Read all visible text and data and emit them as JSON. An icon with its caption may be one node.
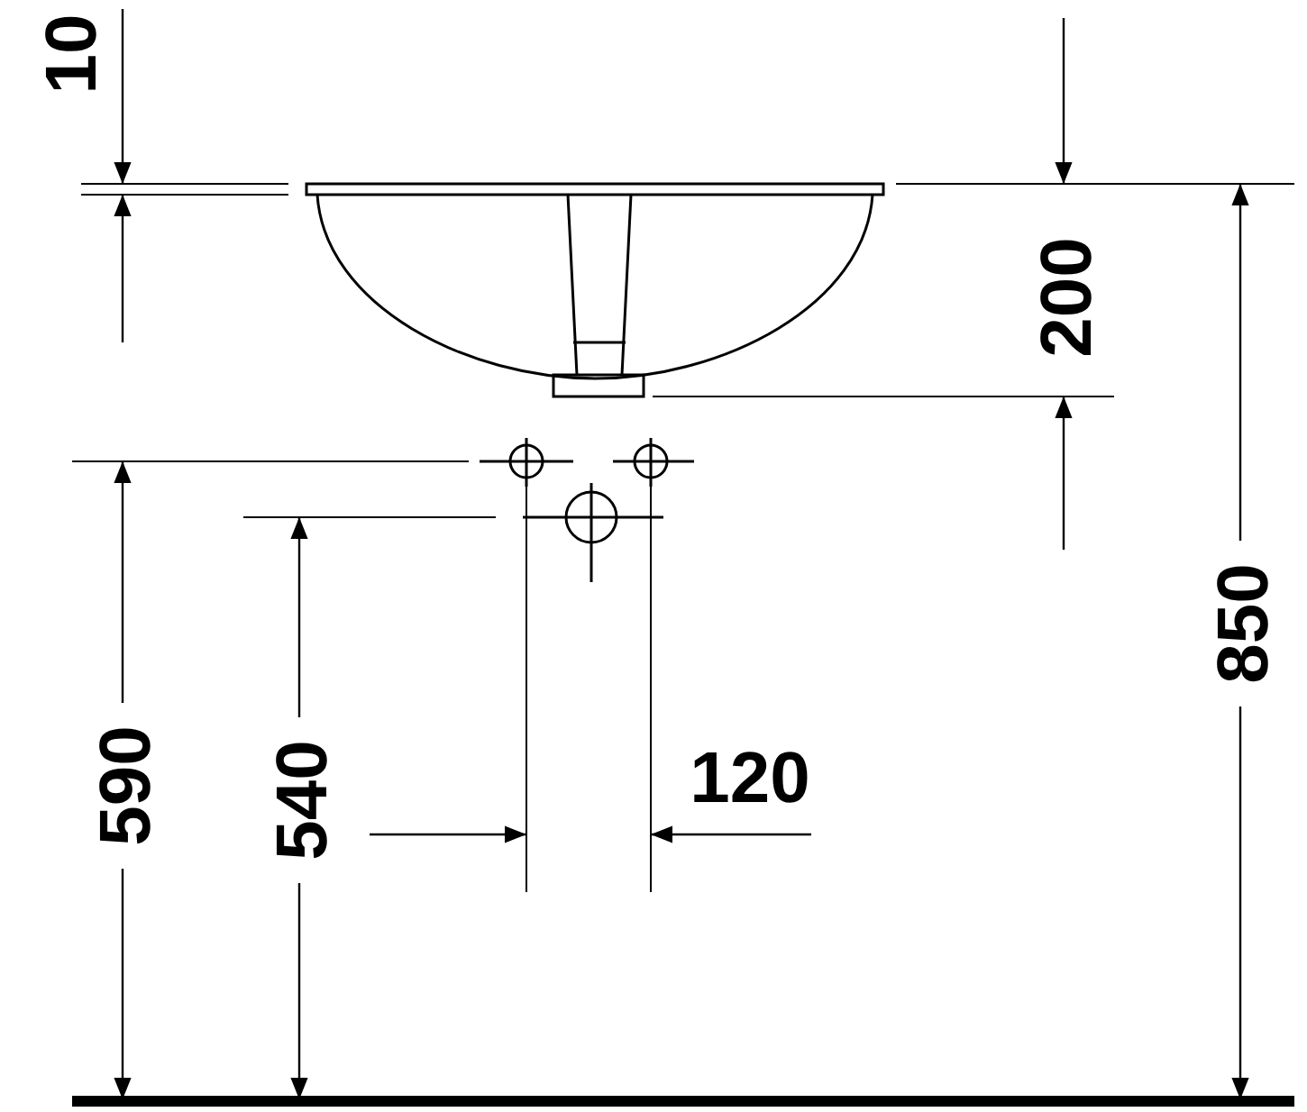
{
  "diagram": {
    "labels": [
      "10",
      "200",
      "850",
      "590",
      "540",
      "120"
    ]
  }
}
